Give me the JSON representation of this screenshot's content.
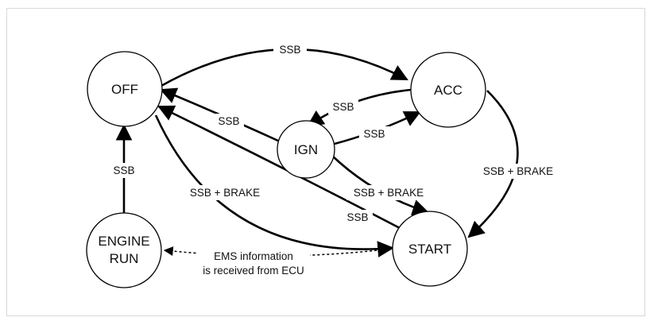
{
  "diagram": {
    "nodes": {
      "off": "OFF",
      "acc": "ACC",
      "ign": "IGN",
      "start": "START",
      "engine_run_line1": "ENGINE",
      "engine_run_line2": "RUN"
    },
    "edges": {
      "off_to_acc": "SSB",
      "acc_to_ign": "SSB",
      "ign_to_acc": "SSB",
      "ign_to_off": "SSB",
      "acc_to_start": "SSB + BRAKE",
      "ign_to_start": "SSB + BRAKE",
      "off_to_start": "SSB + BRAKE",
      "start_to_off": "SSB",
      "engine_run_to_off": "SSB",
      "start_to_engine_run_line1": "EMS information",
      "start_to_engine_run_line2": "is received from ECU"
    }
  }
}
